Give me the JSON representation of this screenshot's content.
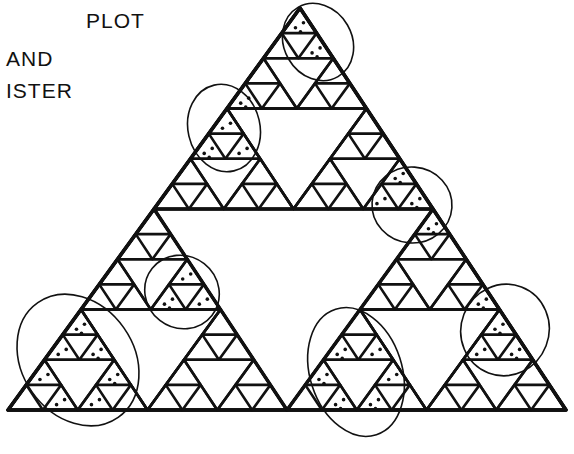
{
  "diagram": {
    "labels": [
      "PLOT",
      "AND",
      "ISTER"
    ]
  }
}
